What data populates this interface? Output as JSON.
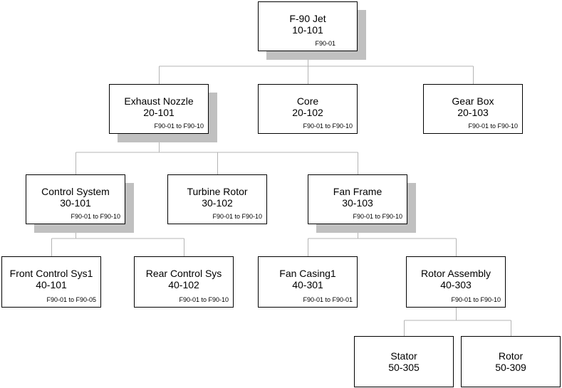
{
  "nodes": [
    {
      "key": "f90",
      "name": "F-90 Jet",
      "code": "10-101",
      "range": "F90-01"
    },
    {
      "key": "exhaust",
      "name": "Exhaust Nozzle",
      "code": "20-101",
      "range": "F90-01 to F90-10"
    },
    {
      "key": "core",
      "name": "Core",
      "code": "20-102",
      "range": "F90-01 to F90-10"
    },
    {
      "key": "gearbox",
      "name": "Gear Box",
      "code": "20-103",
      "range": "F90-01 to F90-10"
    },
    {
      "key": "control",
      "name": "Control System",
      "code": "30-101",
      "range": "F90-01 to F90-10"
    },
    {
      "key": "turbine",
      "name": "Turbine Rotor",
      "code": "30-102",
      "range": "F90-01 to F90-10"
    },
    {
      "key": "fanframe",
      "name": "Fan Frame",
      "code": "30-103",
      "range": "F90-01 to F90-10"
    },
    {
      "key": "frontctl",
      "name": "Front Control Sys1",
      "code": "40-101",
      "range": "F90-01 to F90-05"
    },
    {
      "key": "rearctl",
      "name": "Rear Control Sys",
      "code": "40-102",
      "range": "F90-01 to F90-10"
    },
    {
      "key": "fancasing",
      "name": "Fan Casing1",
      "code": "40-301",
      "range": "F90-01 to F90-01"
    },
    {
      "key": "rotorasm",
      "name": "Rotor Assembly",
      "code": "40-303",
      "range": "F90-01 to F90-10"
    },
    {
      "key": "stator",
      "name": "Stator",
      "code": "50-305",
      "range": ""
    },
    {
      "key": "rotor",
      "name": "Rotor",
      "code": "50-309",
      "range": ""
    }
  ],
  "edges": [
    [
      "f90",
      "exhaust"
    ],
    [
      "f90",
      "core"
    ],
    [
      "f90",
      "gearbox"
    ],
    [
      "exhaust",
      "control"
    ],
    [
      "exhaust",
      "turbine"
    ],
    [
      "exhaust",
      "fanframe"
    ],
    [
      "control",
      "frontctl"
    ],
    [
      "control",
      "rearctl"
    ],
    [
      "fanframe",
      "fancasing"
    ],
    [
      "fanframe",
      "rotorasm"
    ],
    [
      "rotorasm",
      "stator"
    ],
    [
      "rotorasm",
      "rotor"
    ]
  ],
  "colors": {
    "box_border": "#000000",
    "shadow": "#c0c0c0",
    "connector": "#b4b4b4"
  }
}
